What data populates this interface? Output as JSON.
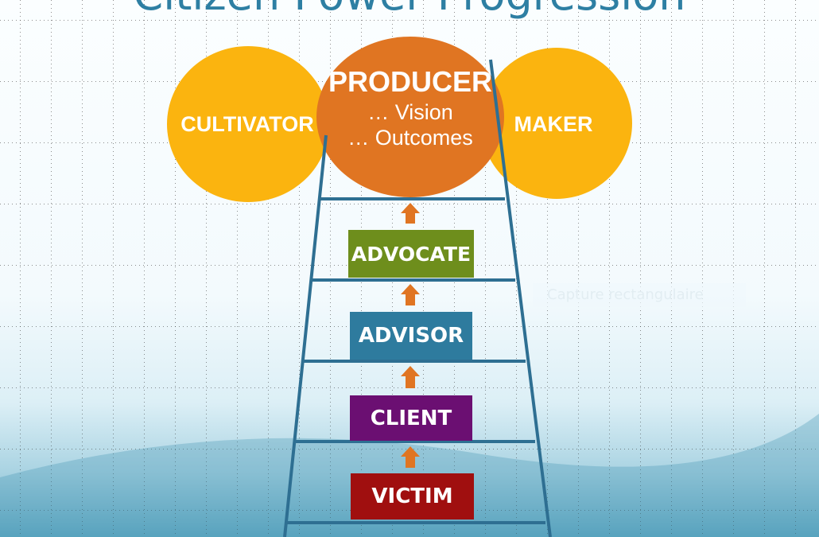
{
  "title": "Citizen Power Progression",
  "circles": {
    "cultivator": "CULTIVATOR",
    "producer": {
      "label": "PRODUCER",
      "line1": "… Vision",
      "line2": "… Outcomes"
    },
    "maker": "MAKER"
  },
  "rungs": [
    "ADVOCATE",
    "ADVISOR",
    "CLIENT",
    "VICTIM"
  ],
  "overlay": "Capture rectangulaire",
  "colors": {
    "cultivator": "#fbb40f",
    "producer": "#e07522",
    "advocate": "#6e8e1c",
    "advisor": "#2e7b9e",
    "client": "#6b0f72",
    "victim": "#a00f0f",
    "ladder": "#2e6f92",
    "arrow": "#e07522"
  }
}
